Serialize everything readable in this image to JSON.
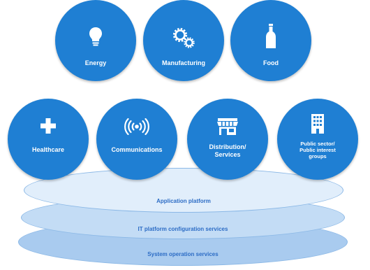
{
  "layers": {
    "application": "Application platform",
    "it_config": "IT platform configuration services",
    "system_ops": "System operation services"
  },
  "sectors": {
    "energy": {
      "label": "Energy",
      "icon": "lightbulb-icon"
    },
    "manufacturing": {
      "label": "Manufacturing",
      "icon": "gears-icon"
    },
    "food": {
      "label": "Food",
      "icon": "bottle-icon"
    },
    "healthcare": {
      "label": "Healthcare",
      "icon": "medical-cross-icon"
    },
    "communications": {
      "label": "Communications",
      "icon": "broadcast-icon"
    },
    "distribution": {
      "label": "Distribution/\nServices",
      "icon": "storefront-icon"
    },
    "public": {
      "label": "Public sector/\nPublic interest\ngroups",
      "icon": "building-icon"
    }
  },
  "colors": {
    "circle": "#1f7fd3",
    "layer_text": "#2c6cc5",
    "layer_light": "#e1eefb",
    "layer_mid": "#c3dcf5",
    "layer_dark": "#a9cbef"
  }
}
